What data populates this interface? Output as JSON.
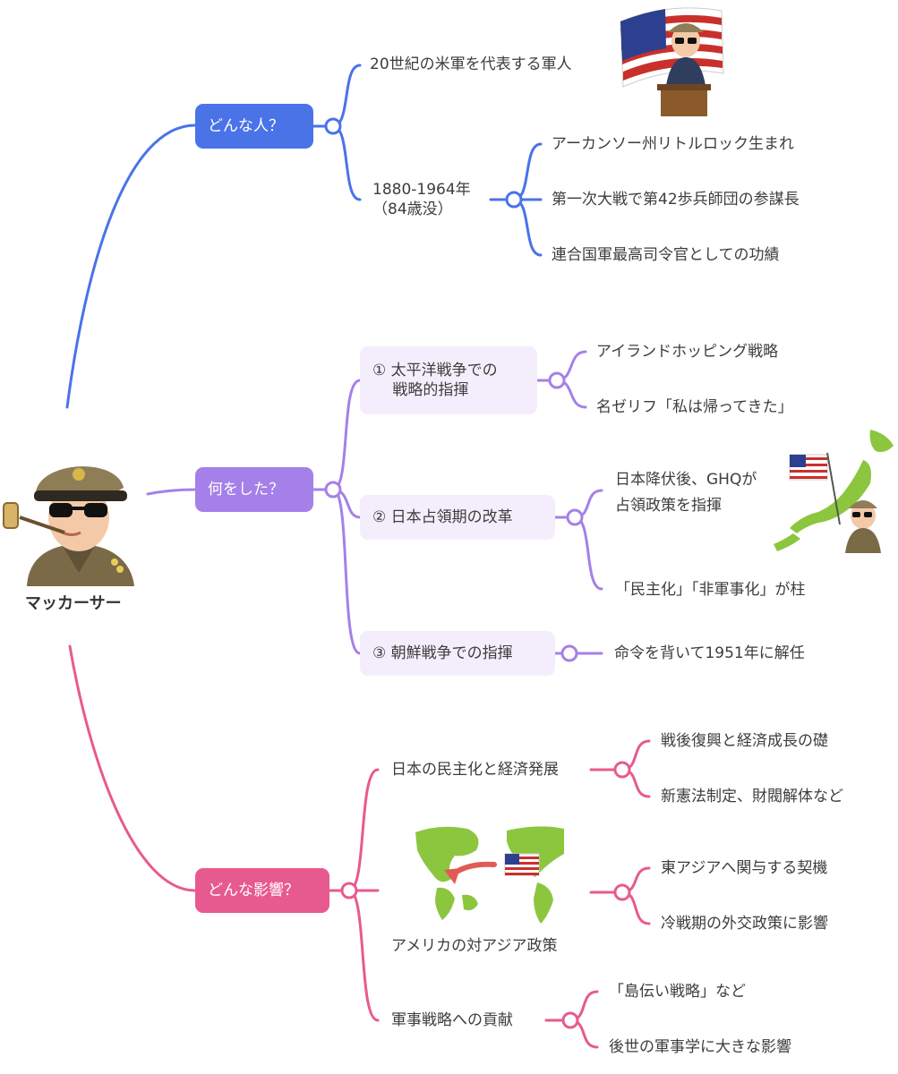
{
  "root": {
    "label": "マッカーサー"
  },
  "colors": {
    "blue": "#4a73e8",
    "purple": "#a580e8",
    "pink": "#e75a8f"
  },
  "branches": [
    {
      "label": "どんな人？",
      "children": [
        {
          "label": "20世紀の米軍を代表する軍人"
        },
        {
          "label": "1880-1964年\n（84歳没）",
          "children": [
            {
              "label": "アーカンソー州リトルロック生まれ"
            },
            {
              "label": "第一次大戦で第42歩兵師団の参謀長"
            },
            {
              "label": "連合国軍最高司令官としての功績"
            }
          ]
        }
      ]
    },
    {
      "label": "何をした？",
      "children": [
        {
          "label": "① 太平洋戦争での\n　 戦略的指揮",
          "children": [
            {
              "label": "アイランドホッピング戦略"
            },
            {
              "label": "名ゼリフ「私は帰ってきた」"
            }
          ]
        },
        {
          "label": "② 日本占領期の改革",
          "children": [
            {
              "label": "日本降伏後、GHQが\n占領政策を指揮"
            },
            {
              "label": "「民主化」「非軍事化」が柱"
            }
          ]
        },
        {
          "label": "③ 朝鮮戦争での指揮",
          "children": [
            {
              "label": "命令を背いて1951年に解任"
            }
          ]
        }
      ]
    },
    {
      "label": "どんな影響？",
      "children": [
        {
          "label": "日本の民主化と経済発展",
          "children": [
            {
              "label": "戦後復興と経済成長の礎"
            },
            {
              "label": "新憲法制定、財閥解体など"
            }
          ]
        },
        {
          "label": "アメリカの対アジア政策",
          "children": [
            {
              "label": "東アジアへ関与する契機"
            },
            {
              "label": "冷戦期の外交政策に影響"
            }
          ]
        },
        {
          "label": "軍事戦略への貢献",
          "children": [
            {
              "label": "「島伝い戦略」など"
            },
            {
              "label": "後世の軍事学に大きな影響"
            }
          ]
        }
      ]
    }
  ]
}
